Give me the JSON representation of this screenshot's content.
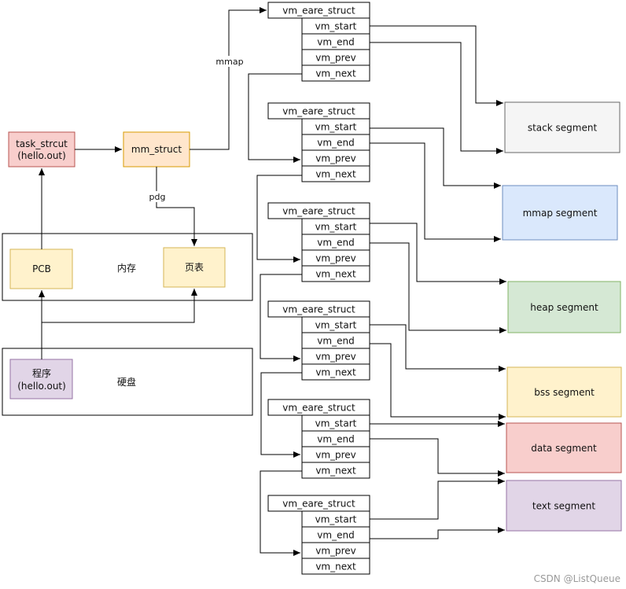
{
  "task_struct": {
    "line1": "task_strcut",
    "line2": "(hello.out)",
    "fill": "#f8cecc",
    "stroke": "#b85450"
  },
  "mm_struct": {
    "label": "mm_struct",
    "fill": "#ffe6cc",
    "stroke": "#d79b00"
  },
  "pcb": {
    "label": "PCB",
    "fill": "#fff2cc",
    "stroke": "#d6b656"
  },
  "page_table": {
    "label": "页表",
    "fill": "#fff2cc",
    "stroke": "#d6b656"
  },
  "memory": {
    "label": "内存"
  },
  "disk": {
    "label": "硬盘"
  },
  "program": {
    "line1": "程序",
    "line2": "(hello.out)",
    "fill": "#e1d5e7",
    "stroke": "#9673a6"
  },
  "edge_labels": {
    "mmap": "mmap",
    "pdg": "pdg"
  },
  "vm_struct": {
    "title": "vm_eare_struct",
    "fields": [
      "vm_start",
      "vm_end",
      "vm_prev",
      "vm_next"
    ]
  },
  "segments": [
    {
      "label": "stack  segment",
      "fill": "#f5f5f5",
      "stroke": "#666666"
    },
    {
      "label": "mmap segment",
      "fill": "#dae8fc",
      "stroke": "#6c8ebf"
    },
    {
      "label": "heap segment",
      "fill": "#d5e8d4",
      "stroke": "#82b366"
    },
    {
      "label": "bss segment",
      "fill": "#fff2cc",
      "stroke": "#d6b656"
    },
    {
      "label": "data segment",
      "fill": "#f8cecc",
      "stroke": "#b85450"
    },
    {
      "label": "text segment",
      "fill": "#e1d5e7",
      "stroke": "#9673a6"
    }
  ],
  "watermark": "CSDN @ListQueue"
}
